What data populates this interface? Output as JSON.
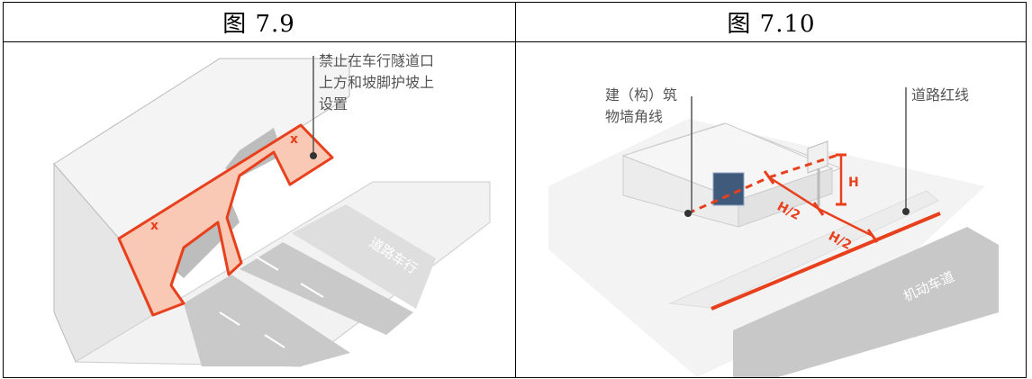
{
  "figures": [
    {
      "title": "图 7.9",
      "annotation_lines": [
        "禁止在车行隧道口",
        "上方和坡脚护坡上",
        "设置"
      ],
      "road_label": "道路车行",
      "cross_marks": [
        "x",
        "x"
      ]
    },
    {
      "title": "图 7.10",
      "annotation_left_lines": [
        "建（构）筑",
        "物墙角线"
      ],
      "annotation_right": "道路红线",
      "road_label": "机动车道",
      "dims": {
        "h": "H",
        "h2a": "H/2",
        "h2b": "H/2"
      }
    }
  ],
  "colors": {
    "accent": "#e8401c",
    "fill": "#f9c9b6",
    "road": "#c8c8c8"
  }
}
